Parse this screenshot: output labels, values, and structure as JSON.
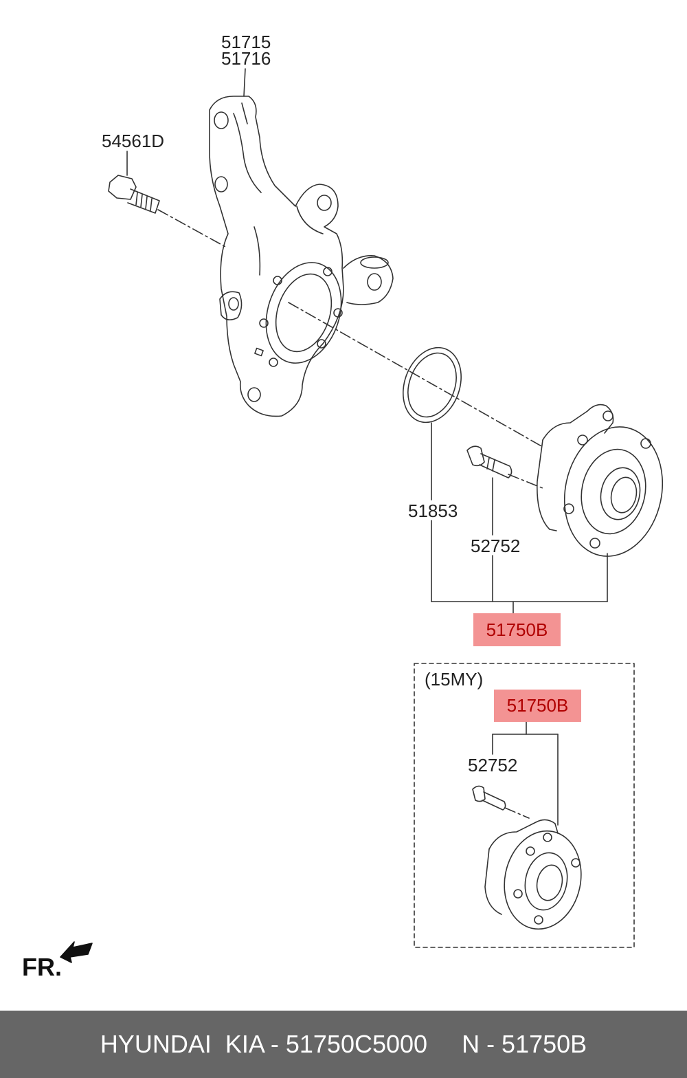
{
  "labels": {
    "knuckle_a": "51715",
    "knuckle_b": "51716",
    "bolt": "54561D",
    "seal_ring": "51853",
    "hub_bolt": "52752",
    "hub_assy": "51750B",
    "variant_tag": "(15MY)",
    "variant_hub_assy": "51750B",
    "variant_hub_bolt": "52752",
    "front_marker": "FR."
  },
  "highlight_color": "#f39393",
  "footer": {
    "left": "HYUNDAI  KIA - 51750C5000",
    "right": "N - 51750B",
    "background": "#666666"
  }
}
